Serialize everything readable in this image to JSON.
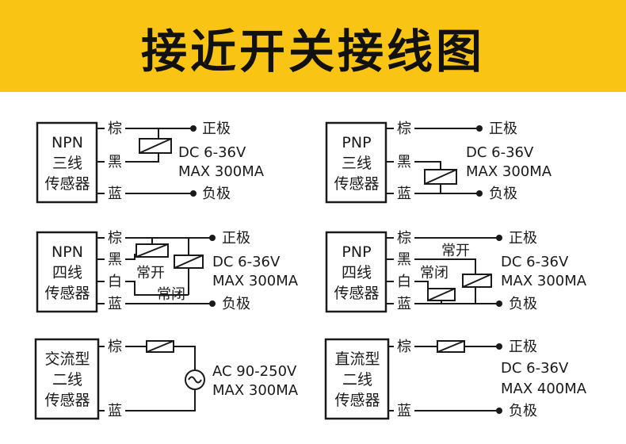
{
  "title": "接近开关接线图",
  "colors": {
    "banner": "#f9c414",
    "line": "#1a1a1a"
  },
  "labels": {
    "brown": "棕",
    "black": "黑",
    "white": "白",
    "blue": "蓝",
    "positive": "正极",
    "negative": "负极",
    "normally_open": "常开",
    "normally_closed": "常闭",
    "dc_range": "DC 6-36V",
    "max300": "MAX 300MA",
    "max400": "MAX 400MA",
    "ac_range": "AC 90-250V"
  },
  "sensors": {
    "npn3": [
      "NPN",
      "三线",
      "传感器"
    ],
    "pnp3": [
      "PNP",
      "三线",
      "传感器"
    ],
    "npn4": [
      "NPN",
      "四线",
      "传感器"
    ],
    "pnp4": [
      "PNP",
      "四线",
      "传感器"
    ],
    "ac2": [
      "交流型",
      "二线",
      "传感器"
    ],
    "dc2": [
      "直流型",
      "二线",
      "传感器"
    ]
  },
  "icons": {
    "ac_source": "ac-source-icon",
    "terminal": "terminal-dot-icon",
    "load": "load-coil-icon"
  }
}
